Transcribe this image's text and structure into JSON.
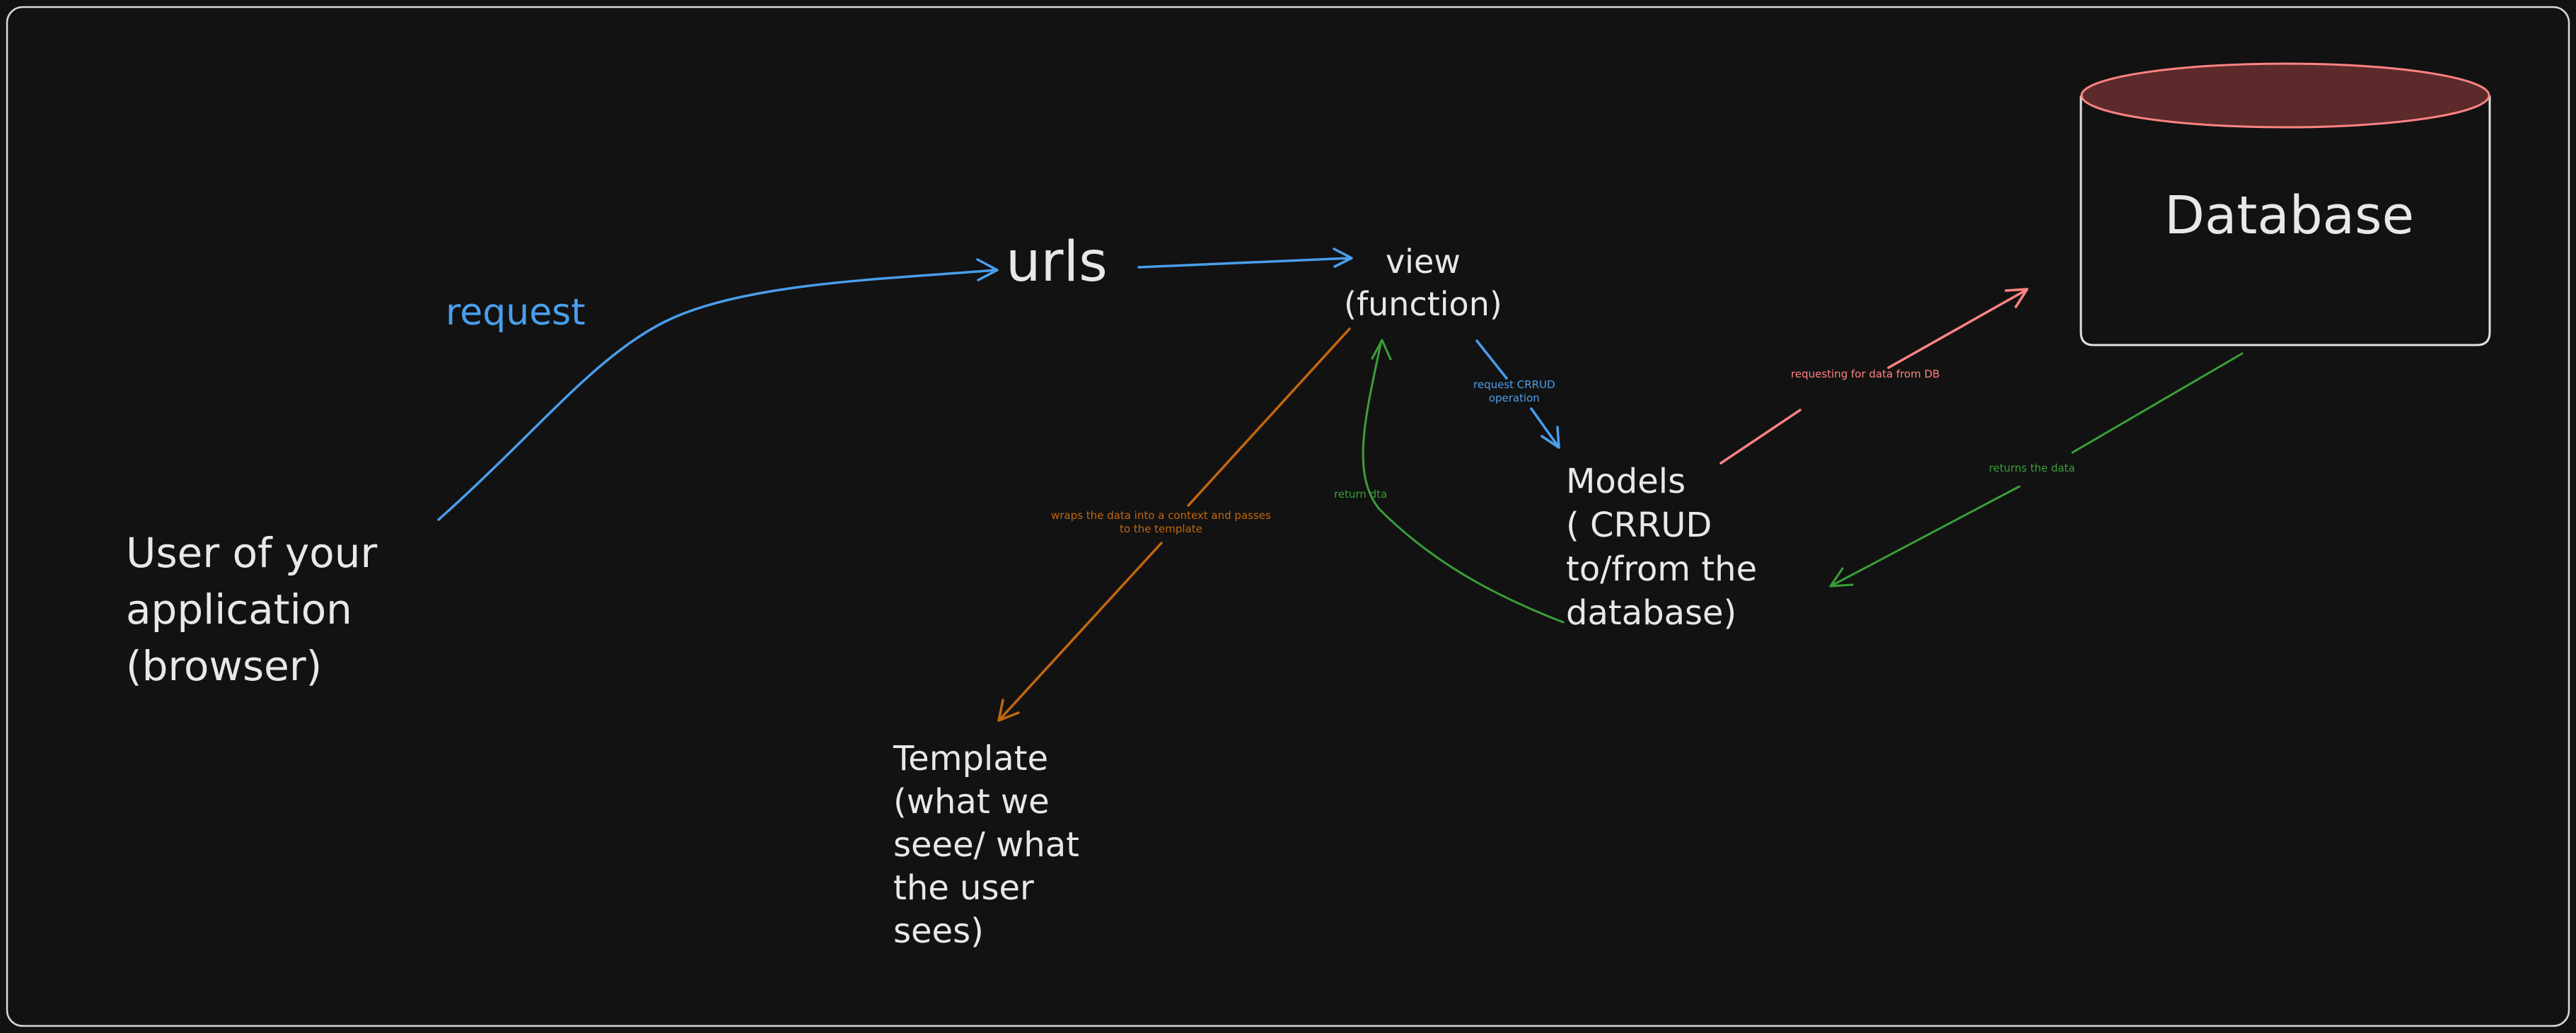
{
  "nodes": {
    "user": "User of your\napplication\n(browser)",
    "urls": "urls",
    "view": "view\n(function)",
    "models": "Models\n( CRRUD\nto/from the\ndatabase)",
    "template": "Template\n(what we\nseee/ what\nthe user\nsees)",
    "database": "Database"
  },
  "edges": {
    "request": "request",
    "request_crrud": "request CRRUD\noperation",
    "requesting_db": "requesting for data from DB",
    "returns_data": "returns the data",
    "return_dta": "return dta",
    "wraps_data": "wraps the data into a context and passes\nto the template"
  },
  "colors": {
    "background": "#121212",
    "text": "#e8e8e8",
    "blue": "#4a9eed",
    "orange": "#c2670f",
    "green": "#3a9e3a",
    "red": "#ff8383",
    "db_fill": "#5c2a2a"
  }
}
